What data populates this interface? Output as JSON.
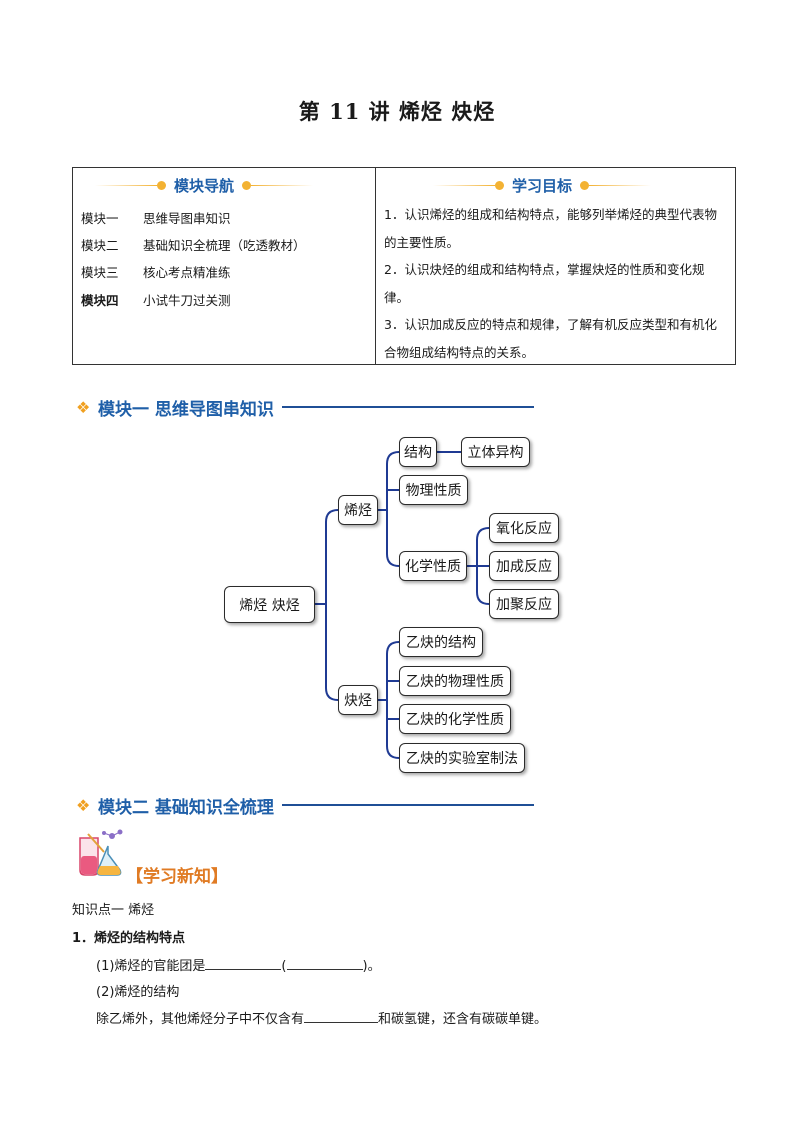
{
  "title": "第 11 讲  烯烃  炔烃",
  "nav": {
    "heading": "模块导航",
    "rows": [
      {
        "key": "模块一",
        "value": "思维导图串知识"
      },
      {
        "key": "模块二",
        "value": "基础知识全梳理（吃透教材）"
      },
      {
        "key": "模块三",
        "value": "核心考点精准练"
      },
      {
        "key": "模块四",
        "value": "小试牛刀过关测"
      }
    ]
  },
  "goals": {
    "heading": "学习目标",
    "items": [
      "1．认识烯烃的组成和结构特点，能够列举烯烃的典型代表物的主要性质。",
      "2．认识炔烃的组成和结构特点，掌握炔烃的性质和变化规律。",
      "3．认识加成反应的特点和规律，了解有机反应类型和有机化合物组成结构特点的关系。"
    ]
  },
  "section1": {
    "heading": "模块一  思维导图串知识",
    "symbol": "❖"
  },
  "mindmap": {
    "root": "烯烃 炔烃",
    "alkene": "烯烃",
    "alkyne": "炔烃",
    "structure": "结构",
    "isomer": "立体异构",
    "physical": "物理性质",
    "chemical": "化学性质",
    "oxidation": "氧化反应",
    "addition": "加成反应",
    "polymer": "加聚反应",
    "a1": "乙炔的结构",
    "a2": "乙炔的物理性质",
    "a3": "乙炔的化学性质",
    "a4": "乙炔的实验室制法"
  },
  "section2": {
    "heading": "模块二 基础知识全梳理",
    "symbol": "❖"
  },
  "new_knowledge": "【学习新知】",
  "content": {
    "kp1": "知识点一  烯烃",
    "h1": "1．烯烃的结构特点",
    "l1_a": "(1)烯烃的官能团是",
    "l1_b": "(",
    "l1_c": ")。",
    "l2": "(2)烯烃的结构",
    "l3_a": "除乙烯外，其他烯烃分子中不仅含有",
    "l3_b": "和碳氢键，还含有碳碳单键。"
  },
  "colors": {
    "accent_blue": "#1f5fa8",
    "accent_gold": "#f3b233",
    "line_navy": "#1f3a93"
  }
}
